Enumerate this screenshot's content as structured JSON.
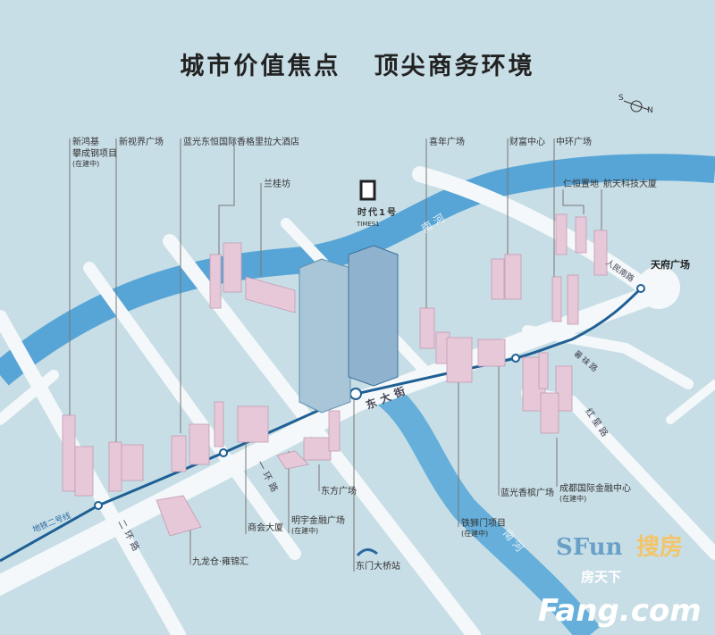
{
  "title": "城市价值焦点   顶尖商务环境",
  "compass": {
    "south": "S",
    "north": "N"
  },
  "logo": {
    "name": "时代1号",
    "english": "TIMES1"
  },
  "landmarks": [
    {
      "name": "新鸿基",
      "name2": "攀成钢项目",
      "note": "(在建中)"
    },
    {
      "name": "新视界广场"
    },
    {
      "name": "蓝光东恒国际"
    },
    {
      "name": "香格里拉大酒店"
    },
    {
      "name": "兰桂坊"
    },
    {
      "name": "喜年广场"
    },
    {
      "name": "财富中心"
    },
    {
      "name": "中环广场"
    },
    {
      "name": "仁恒置地"
    },
    {
      "name": "航天科技大厦"
    },
    {
      "name": "天府广场"
    },
    {
      "name": "九龙仓·雍锦汇"
    },
    {
      "name": "商会大厦"
    },
    {
      "name": "明宇金融广场",
      "note": "(在建中)"
    },
    {
      "name": "东方广场"
    },
    {
      "name": "东门大桥站"
    },
    {
      "name": "铁狮门项目",
      "note": "(在建中)"
    },
    {
      "name": "蓝光香槟广场"
    },
    {
      "name": "成都国际金融中心",
      "note": "(在建中)"
    }
  ],
  "roads": {
    "main_street": "东大街",
    "ring1_a": "一环路",
    "ring2": "二环路",
    "renmin": "人民南路",
    "shuwa": "暑袜路",
    "hongxing": "红星路"
  },
  "rivers": {
    "north": "南河",
    "south": "南河"
  },
  "metro": {
    "line": "地铁二号线"
  },
  "watermark": {
    "cn": "搜房",
    "cn2": "房天下",
    "brand": "SFun",
    "domain": "Fang.com"
  },
  "colors": {
    "background": "#c8dee6",
    "river": "#4a9fd4",
    "road": "#f4f8fa",
    "metro": "#1e5f94",
    "building": "#e6c8d8",
    "tower": "#8fb6cf"
  }
}
